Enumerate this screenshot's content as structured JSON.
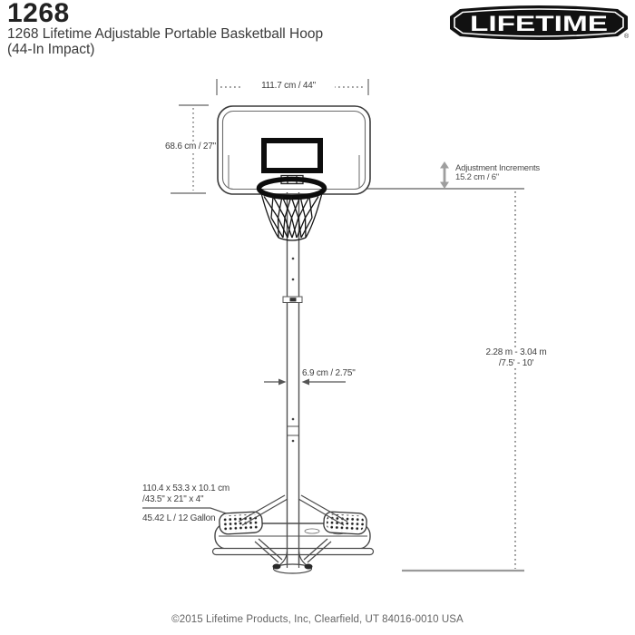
{
  "header": {
    "model_number": "1268",
    "title_line1": "1268 Lifetime Adjustable Portable Basketball Hoop",
    "title_line2": "(44-In Impact)"
  },
  "logo": {
    "brand": "LIFETIME",
    "registered": "®"
  },
  "dimensions": {
    "backboard_width": "111.7 cm / 44\"",
    "backboard_height": "68.6 cm / 27\"",
    "adjustment_label": "Adjustment Increments",
    "adjustment_value": "15.2 cm / 6\"",
    "pole_diameter": "6.9 cm / 2.75\"",
    "height_range_metric": "2.28 m - 3.04 m",
    "height_range_imperial": "/7.5' - 10'",
    "base_size_metric": "110.4 x 53.3 x 10.1 cm",
    "base_size_imperial": "/43.5\" x 21\" x 4\"",
    "base_capacity": "45.42 L / 12 Gallon"
  },
  "footer": {
    "copyright": "©2015 Lifetime Products, Inc, Clearfield, UT 84016-0010 USA"
  },
  "colors": {
    "dimension_gray": "#7d7d7d",
    "drawing_black": "#111111",
    "outline_gray": "#4a4a4a",
    "arrow_gray": "#9e9e9e"
  }
}
